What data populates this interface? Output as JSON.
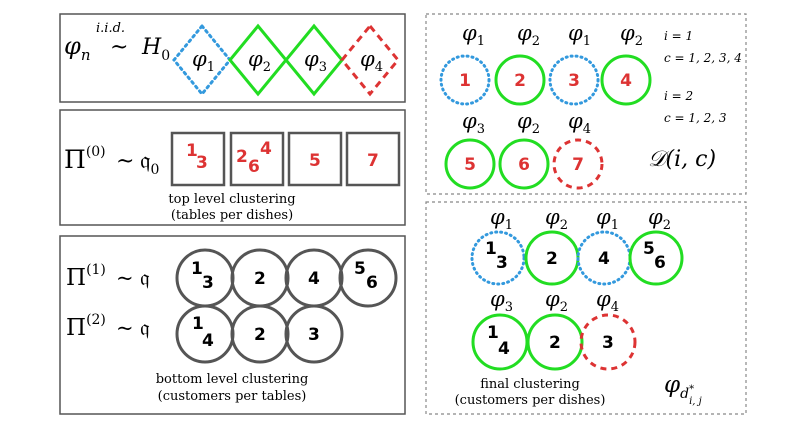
{
  "colors": {
    "green": "#22dd22",
    "blue": "#3399dd",
    "red": "#dd3333",
    "gray": "#555555",
    "dashed_border": "#888888",
    "black": "#000000"
  },
  "prior_panel": {
    "lhs": "φ",
    "lhs_sub": "n",
    "rel_over": "i.i.d.",
    "rel": "~",
    "rhs": "H",
    "rhs_sub": "0",
    "diamonds": [
      {
        "base": "φ",
        "sub": "1",
        "style": "blue-dotted"
      },
      {
        "base": "φ",
        "sub": "2",
        "style": "green-solid"
      },
      {
        "base": "φ",
        "sub": "3",
        "style": "green-solid"
      },
      {
        "base": "φ",
        "sub": "4",
        "style": "red-dashed"
      }
    ]
  },
  "top_panel": {
    "eq_main": "Π",
    "eq_sup": "(0)",
    "eq_rel": "~",
    "eq_rhs": "𝔮",
    "eq_rhs_sub": "0",
    "squares": [
      {
        "glyphs": [
          "1",
          "3"
        ]
      },
      {
        "glyphs": [
          "2",
          "6",
          "4"
        ]
      },
      {
        "glyphs": [
          "5"
        ]
      },
      {
        "glyphs": [
          "7"
        ]
      }
    ],
    "caption_line1": "top level clustering",
    "caption_line2": "(tables per dishes)"
  },
  "bottom_panel": {
    "rows": [
      {
        "eq_main": "Π",
        "eq_sup": "(1)",
        "eq_rel": "~",
        "eq_rhs": "𝔮",
        "circles": [
          [
            "1",
            "3"
          ],
          [
            "2"
          ],
          [
            "4"
          ],
          [
            "5",
            "6"
          ]
        ]
      },
      {
        "eq_main": "Π",
        "eq_sup": "(2)",
        "eq_rel": "~",
        "eq_rhs": "𝔮",
        "circles": [
          [
            "1",
            "4"
          ],
          [
            "2"
          ],
          [
            "3"
          ]
        ]
      }
    ],
    "caption_line1": "bottom level clustering",
    "caption_line2": "(customers per tables)"
  },
  "data_panel": {
    "row1_labels": [
      {
        "base": "φ",
        "sub": "1"
      },
      {
        "base": "φ",
        "sub": "2"
      },
      {
        "base": "φ",
        "sub": "1"
      },
      {
        "base": "φ",
        "sub": "2"
      }
    ],
    "row1_circles": [
      {
        "text": "1",
        "style": "blue-dotted"
      },
      {
        "text": "2",
        "style": "green-solid"
      },
      {
        "text": "3",
        "style": "blue-dotted"
      },
      {
        "text": "4",
        "style": "green-solid"
      }
    ],
    "row2_labels": [
      {
        "base": "φ",
        "sub": "3"
      },
      {
        "base": "φ",
        "sub": "2"
      },
      {
        "base": "φ",
        "sub": "4"
      }
    ],
    "row2_circles": [
      {
        "text": "5",
        "style": "green-solid"
      },
      {
        "text": "6",
        "style": "green-solid"
      },
      {
        "text": "7",
        "style": "red-dashed"
      }
    ],
    "note_i1": "i = 1",
    "note_c1": "c = 1, 2, 3, 4",
    "note_i2": "i = 2",
    "note_c2": "c = 1, 2, 3",
    "dataset_label": "𝒟(i, c)"
  },
  "final_panel": {
    "row1_labels": [
      {
        "base": "φ",
        "sub": "1"
      },
      {
        "base": "φ",
        "sub": "2"
      },
      {
        "base": "φ",
        "sub": "1"
      },
      {
        "base": "φ",
        "sub": "2"
      }
    ],
    "row1_circles": [
      {
        "glyphs": [
          "1",
          "3"
        ],
        "style": "blue-dotted"
      },
      {
        "glyphs": [
          "2"
        ],
        "style": "green-solid"
      },
      {
        "glyphs": [
          "4"
        ],
        "style": "blue-dotted"
      },
      {
        "glyphs": [
          "5",
          "6"
        ],
        "style": "green-solid"
      }
    ],
    "row2_labels": [
      {
        "base": "φ",
        "sub": "3"
      },
      {
        "base": "φ",
        "sub": "2"
      },
      {
        "base": "φ",
        "sub": "4"
      }
    ],
    "row2_circles": [
      {
        "glyphs": [
          "1",
          "4"
        ],
        "style": "green-solid"
      },
      {
        "glyphs": [
          "2"
        ],
        "style": "green-solid"
      },
      {
        "glyphs": [
          "3"
        ],
        "style": "red-dashed"
      }
    ],
    "caption_line1": "final clustering",
    "caption_line2": "(customers per dishes)",
    "phi_label_base": "φ",
    "phi_label_sub": "d",
    "phi_label_sub_sup": "*",
    "phi_label_sub_sub": "i, j"
  }
}
